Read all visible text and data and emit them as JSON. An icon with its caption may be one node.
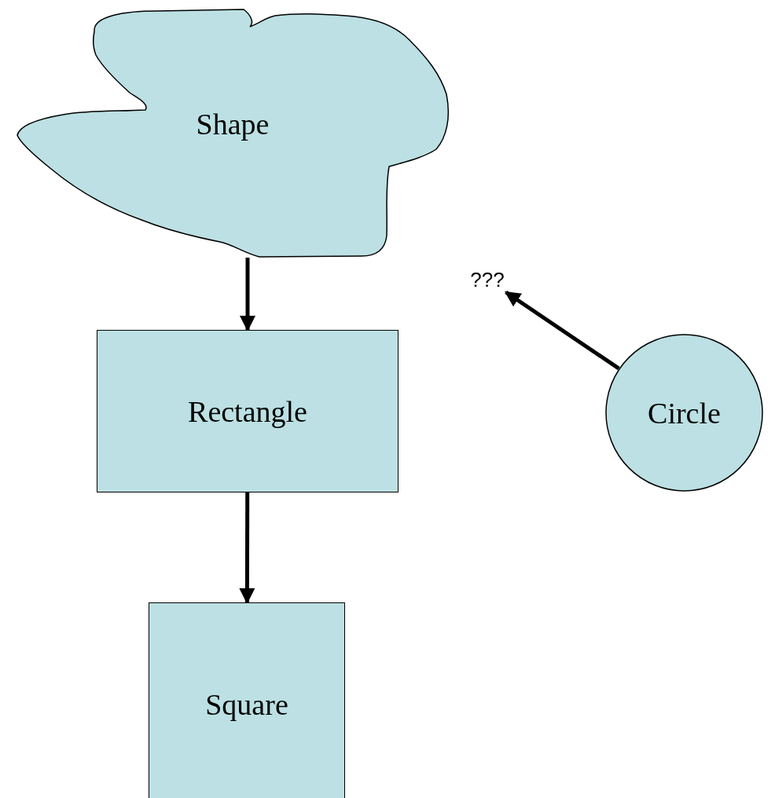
{
  "diagram": {
    "nodes": [
      {
        "text": [
          "Shape"
        ]
      },
      {
        "text": [
          "Rectangle"
        ]
      },
      {
        "text": [
          "Square"
        ]
      },
      {
        "text": [
          "Circle"
        ]
      },
      {
        "text": [
          "???"
        ]
      }
    ],
    "edges": [
      {
        "from": 0,
        "to": 1,
        "arrow": "to"
      },
      {
        "from": 1,
        "to": 2,
        "arrow": "to"
      },
      {
        "from": 3,
        "to": 4,
        "arrow": "to"
      }
    ]
  }
}
